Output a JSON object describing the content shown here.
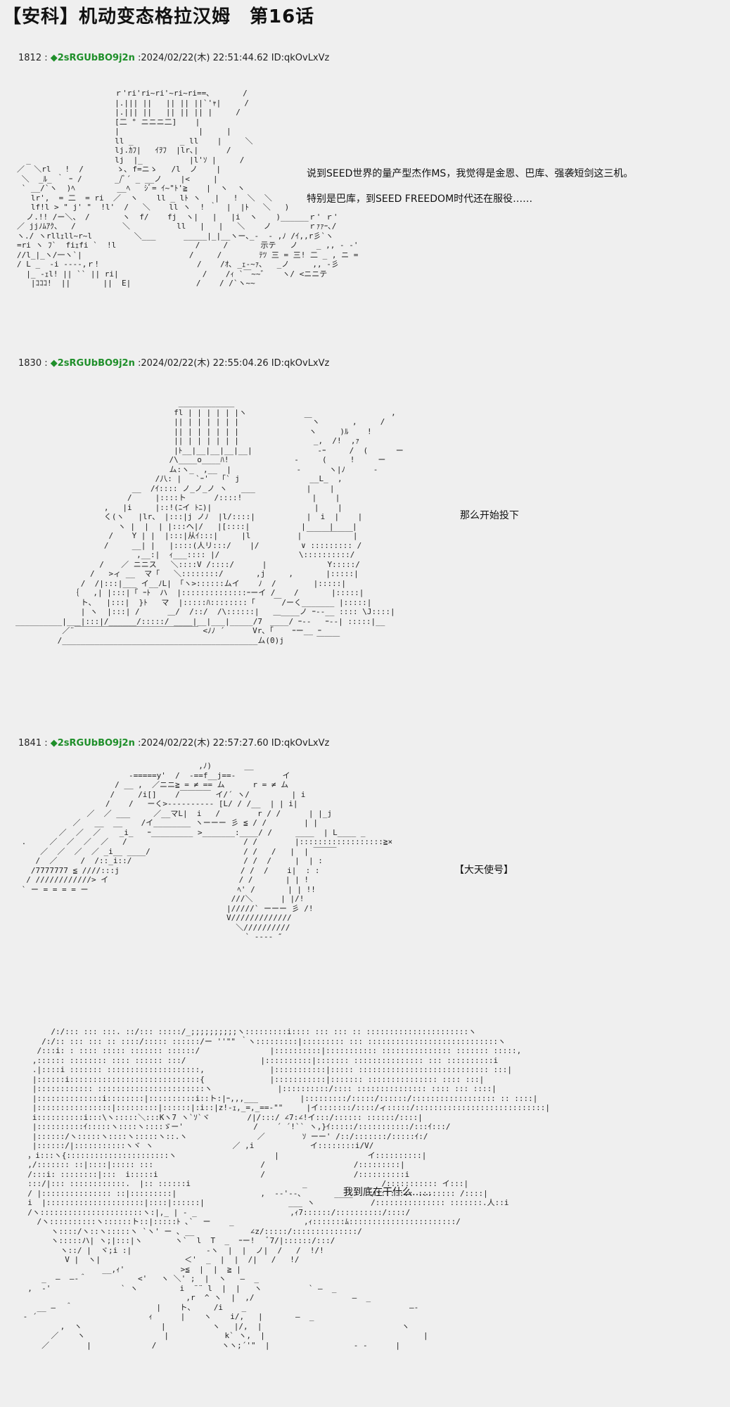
{
  "title": "【安科】机动变态格拉汉姆　第16话",
  "posts": [
    {
      "num": "1812 :",
      "name": "◆2sRGUbBO9j2n",
      "meta": ":2024/02/22(木) 22:51:44.62 ID:qkOvLxVz",
      "lines": [
        "说到SEED世界的量产型杰作MS，我觉得是金恩、巴库、强袭短剑这三机。",
        "特别是巴库，到SEED FREEDOM时代还在服役……"
      ]
    },
    {
      "num": "1830 :",
      "name": "◆2sRGUbBO9j2n",
      "meta": ":2024/02/22(木) 22:55:04.26 ID:qkOvLxVz",
      "lines": [
        "那么开始投下"
      ]
    },
    {
      "num": "1841 :",
      "name": "◆2sRGUbBO9j2n",
      "meta": ":2024/02/22(木) 22:57:27.60 ID:qkOvLxVz",
      "lines": [
        "【大天使号】"
      ]
    },
    {
      "lines": [
        "我到底在干什么……"
      ]
    }
  ]
}
